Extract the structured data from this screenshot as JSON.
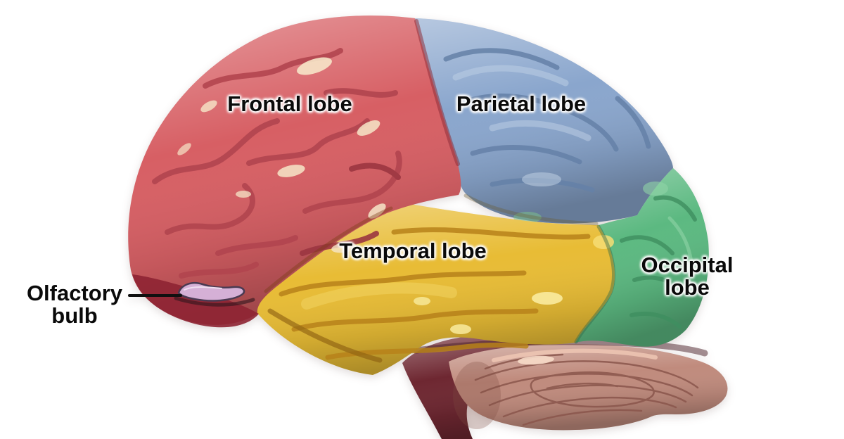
{
  "diagram": {
    "title": "Human brain lateral view with color-coded lobes",
    "background_color": "#ffffff",
    "labels": {
      "frontal": "Frontal lobe",
      "parietal": "Parietal lobe",
      "temporal": "Temporal lobe",
      "occipital_line1": "Occipital",
      "occipital_line2": "lobe",
      "olfactory_line1": "Olfactory",
      "olfactory_line2": "bulb"
    },
    "colors": {
      "frontal_lobe": "#d75f64",
      "parietal_lobe": "#8aa6cd",
      "temporal_lobe": "#e8bc35",
      "occipital_lobe": "#5cb981",
      "cerebellum": "#c08b7d",
      "brainstem": "#6e2731",
      "olfactory_bulb": "#d5b0d6",
      "label_text": "#000000",
      "leader_line": "#101010"
    }
  }
}
